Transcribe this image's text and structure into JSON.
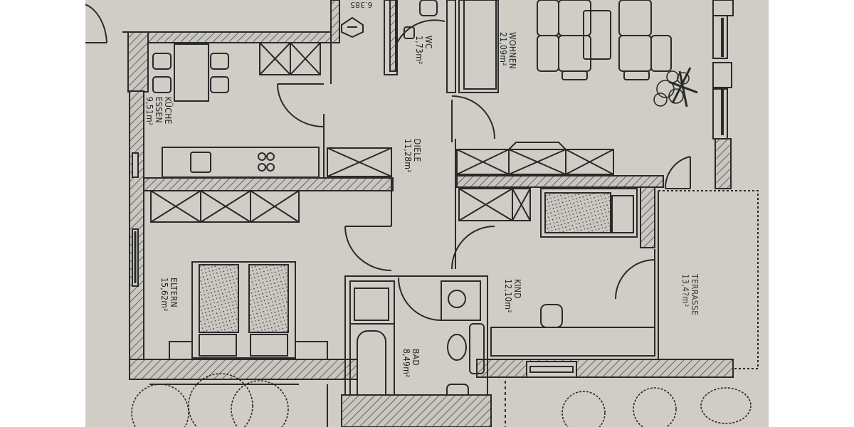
{
  "document": {
    "type": "floor-plan",
    "language": "de",
    "top_dimension": "6.385"
  },
  "rooms": {
    "kueche": {
      "name_line1": "KÜCHE",
      "name_line2": "ESSEN",
      "area": "9,51m²"
    },
    "diele": {
      "name": "DIELE",
      "area": "11,28m²"
    },
    "wc": {
      "name": "WC",
      "area": "1,73m²"
    },
    "wohnen": {
      "name": "WOHNEN",
      "area": "21,09m²"
    },
    "eltern": {
      "name": "ELTERN",
      "area": "15,62m²"
    },
    "bad": {
      "name": "BAD",
      "area": "8,49m²"
    },
    "kind": {
      "name": "KIND",
      "area": "12,10m²"
    },
    "terrasse": {
      "name": "TERRASSE",
      "area": "13,4?m²"
    }
  },
  "colors": {
    "paper": "#cfcdc6",
    "ink": "#2a2a2a",
    "margin": "#ffffff"
  }
}
